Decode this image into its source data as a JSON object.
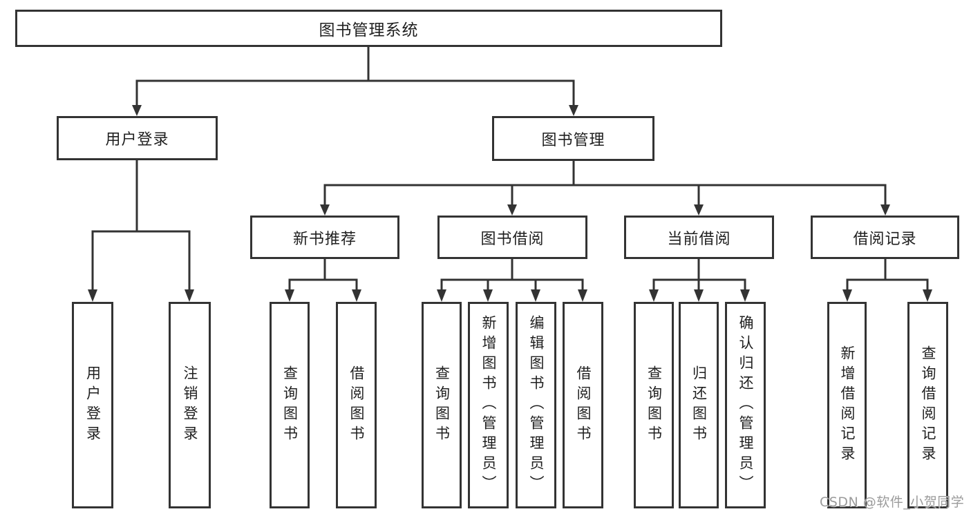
{
  "tree": {
    "root": "图书管理系统",
    "level2": [
      "用户登录",
      "图书管理"
    ],
    "level3": [
      "新书推荐",
      "图书借阅",
      "当前借阅",
      "借阅记录"
    ],
    "leaves": {
      "login": [
        "用户登录",
        "注销登录"
      ],
      "recommend": [
        "查询图书",
        "借阅图书"
      ],
      "borrow": [
        "查询图书",
        "新增图书（管理员）",
        "编辑图书（管理员）",
        "借阅图书"
      ],
      "current": [
        "查询图书",
        "归还图书",
        "确认归还（管理员）"
      ],
      "records": [
        "新增借阅记录",
        "查询借阅记录"
      ]
    }
  },
  "watermark": "CSDN @软件_小贺同学",
  "colors": {
    "line": "#333333",
    "text": "#1f1f1f",
    "watermark": "#9b9b9b",
    "background": "#ffffff"
  }
}
